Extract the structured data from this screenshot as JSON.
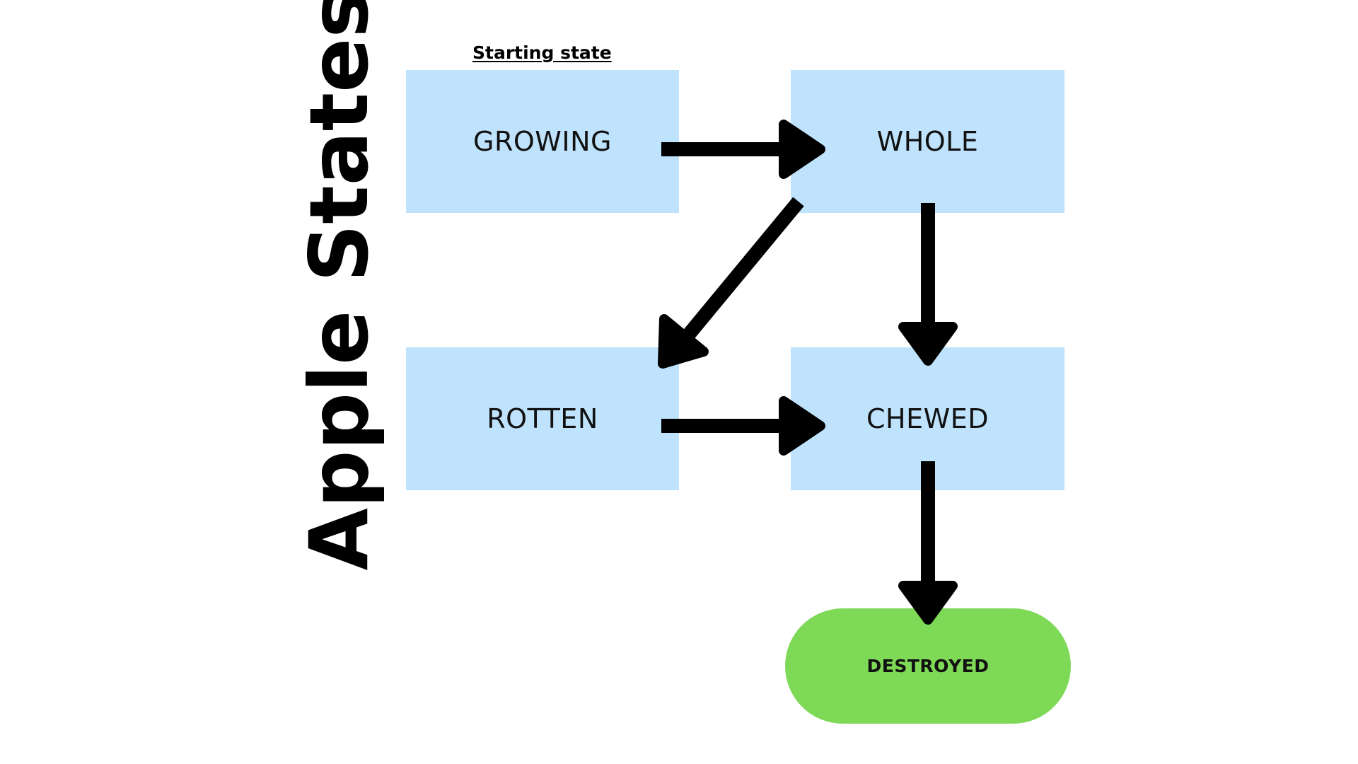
{
  "title": "Apple States",
  "caption": "Starting state",
  "colors": {
    "state_fill": "#bfe3fd",
    "end_fill": "#7ed957",
    "arrow": "#000000"
  },
  "states": {
    "growing": "GROWING",
    "whole": "WHOLE",
    "rotten": "ROTTEN",
    "chewed": "CHEWED",
    "destroyed": "DESTROYED"
  },
  "transitions": [
    {
      "from": "GROWING",
      "to": "WHOLE"
    },
    {
      "from": "WHOLE",
      "to": "ROTTEN"
    },
    {
      "from": "WHOLE",
      "to": "CHEWED"
    },
    {
      "from": "ROTTEN",
      "to": "CHEWED"
    },
    {
      "from": "CHEWED",
      "to": "DESTROYED"
    }
  ]
}
